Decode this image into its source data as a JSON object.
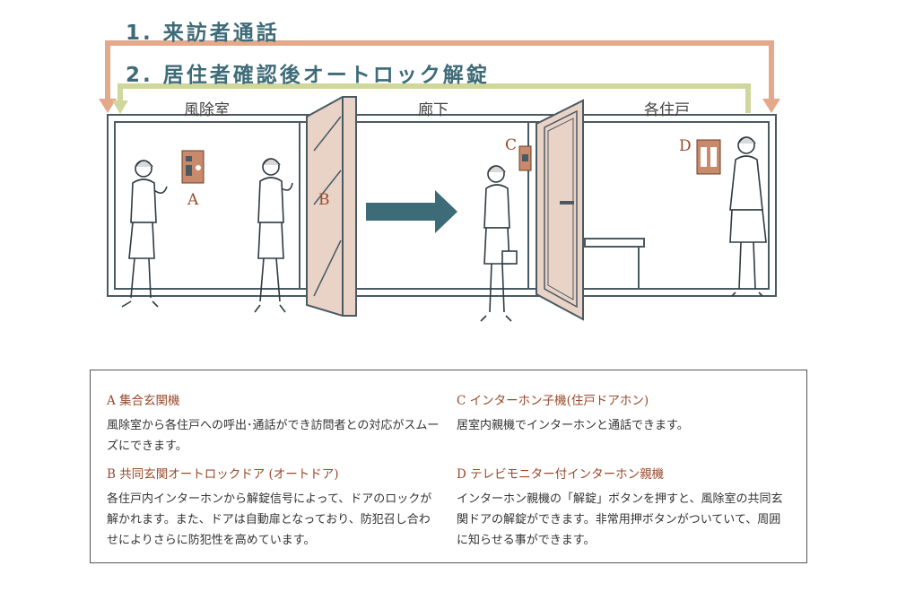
{
  "steps": [
    {
      "label": "1. 来訪者通話"
    },
    {
      "label": "2. 居住者確認後オートロック解錠"
    }
  ],
  "rooms": {
    "vestibule": "風除室",
    "corridor": "廊下",
    "unit": "各住戸"
  },
  "markers": {
    "a": "A",
    "b": "B",
    "c": "C",
    "d": "D"
  },
  "legend": [
    {
      "title": "A 集合玄関機",
      "description": "風除室から各住戸への呼出･通話ができ訪問者との対応がスムーズにできます。"
    },
    {
      "title": "C インターホン子機(住戸ドアホン)",
      "description": "居室内親機でインターホンと通話できます。"
    },
    {
      "title": "B 共同玄関オートロックドア (オートドア)",
      "description": "各住戸内インターホンから解錠信号によって、ドアのロックが解かれます。また、ドアは自動扉となっており、防犯召し合わせによりさらに防犯性を高めています。"
    },
    {
      "title": "D テレビモニター付インターホン親機",
      "description": "インターホン親機の「解錠」ボタンを押すと、風除室の共同玄関ドアの解錠ができます。非常用押ボタンがついていて、周囲に知らせる事ができます。"
    }
  ],
  "colors": {
    "accent": "#3e6b78",
    "orange_line": "#e3a98a",
    "green_line": "#cfd79c",
    "door": "#e9d3c6",
    "marker_text": "#9a4a2c",
    "wall": "#4a5a63"
  }
}
